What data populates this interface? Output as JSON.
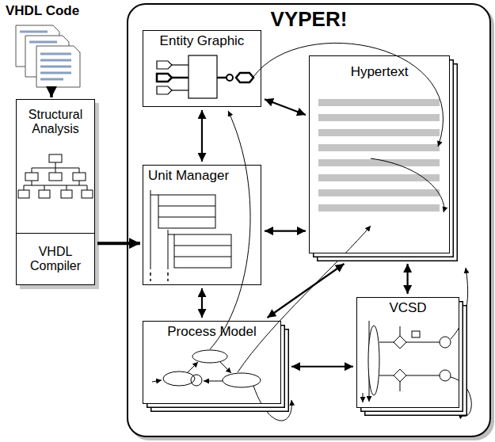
{
  "diagram": {
    "nodes": [
      {
        "text": [
          "VHDL Code"
        ]
      },
      {
        "text": [
          "Structural Analysis"
        ]
      },
      {
        "text": [
          "VHDL Compiler"
        ]
      },
      {
        "text": [
          "VYPER!"
        ]
      },
      {
        "text": [
          "Entity Graphic"
        ],
        "in": 3
      },
      {
        "text": [
          "Hypertext"
        ],
        "in": 3
      },
      {
        "text": [
          "Unit Manager"
        ],
        "in": 3
      },
      {
        "text": [
          "Process Model"
        ],
        "in": 3
      },
      {
        "text": [
          "VCSD"
        ],
        "in": 3
      }
    ],
    "edges": [
      {
        "from": 0,
        "to": 1,
        "arrow": "to"
      },
      {
        "from": 2,
        "to": 6,
        "arrow": "to"
      },
      {
        "from": 4,
        "to": 6,
        "arrow": "both"
      },
      {
        "from": 4,
        "to": 5,
        "arrow": "both"
      },
      {
        "from": 6,
        "to": 5,
        "arrow": "both"
      },
      {
        "from": 6,
        "to": 7,
        "arrow": "both"
      },
      {
        "from": 7,
        "to": 5,
        "arrow": "both"
      },
      {
        "from": 7,
        "to": 8,
        "arrow": "both"
      },
      {
        "from": 5,
        "to": 8,
        "arrow": "both"
      }
    ]
  }
}
